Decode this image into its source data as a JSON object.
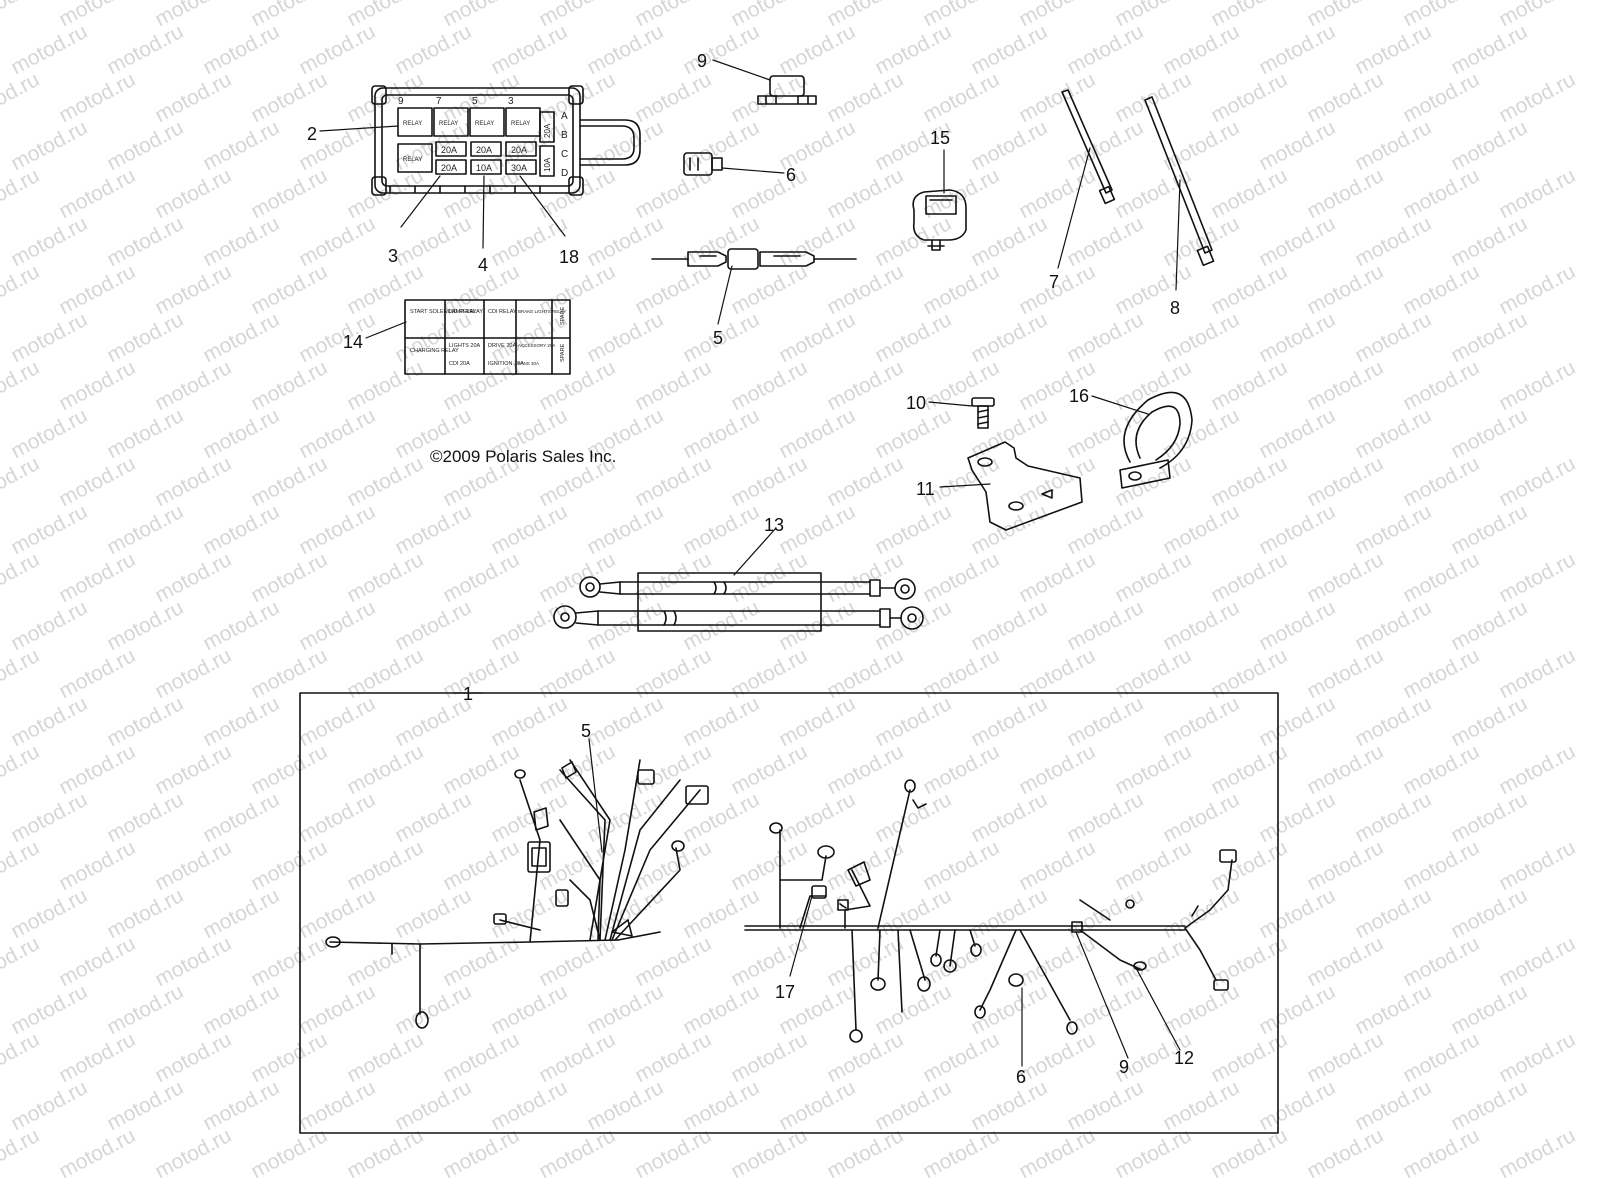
{
  "watermark": "motod.ru",
  "copyright": "©2009 Polaris Sales Inc.",
  "fuse_box": {
    "top_numbers": [
      "9",
      "7",
      "5",
      "3"
    ],
    "side_letters": [
      "A",
      "B",
      "C",
      "D"
    ],
    "relay_label": "RELAY",
    "fuses_row1": [
      "20A",
      "20A",
      "20A"
    ],
    "fuses_row2": [
      "20A",
      "10A",
      "30A"
    ],
    "side_fuses": [
      "20A",
      "10A"
    ]
  },
  "decal": {
    "row1": [
      "START SOLENOID RELAY",
      "LAMP RELAY",
      "CDI RELAY",
      "BRAKE LIGHTS RELAY"
    ],
    "row2": [
      "CHARGING RELAY",
      "LIGHTS 20A",
      "DRIVE 20A",
      "ACCESSORY 20A"
    ],
    "row3": [
      "",
      "CDI 20A",
      "IGNITION 10A",
      "FANS 30A"
    ],
    "spare": "SPARE"
  },
  "callouts": [
    "1",
    "2",
    "3",
    "4",
    "5",
    "6",
    "7",
    "8",
    "9",
    "10",
    "11",
    "12",
    "13",
    "14",
    "15",
    "16",
    "17",
    "18"
  ]
}
